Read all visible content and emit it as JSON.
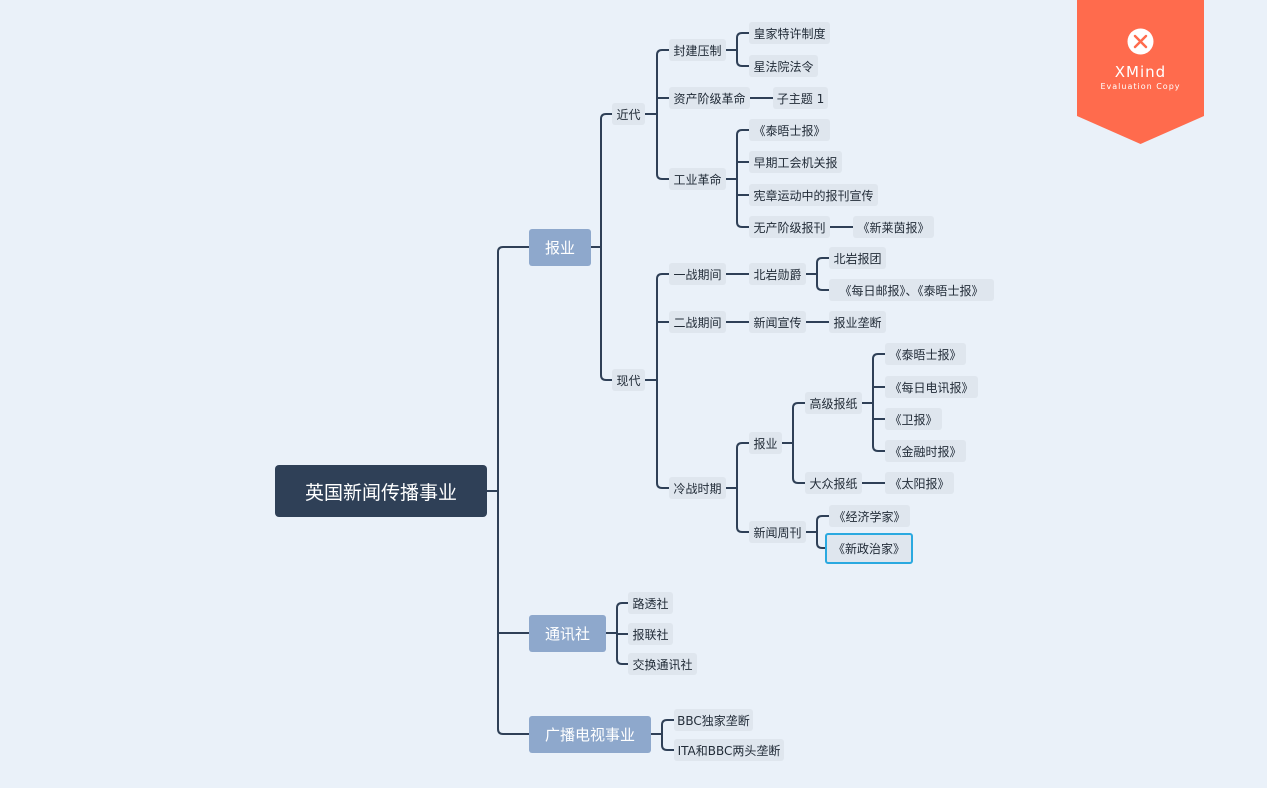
{
  "mindmap": {
    "root": "英国新闻传播事业",
    "baoye": {
      "label": "报业",
      "jindai": {
        "label": "近代",
        "fengjian": {
          "label": "封建压制",
          "items": [
            "皇家特许制度",
            "星法院法令"
          ]
        },
        "zichan": {
          "label": "资产阶级革命",
          "child": "子主题 1"
        },
        "gongye": {
          "label": "工业革命",
          "items": [
            "《泰晤士报》",
            "早期工会机关报",
            "宪章运动中的报刊宣传"
          ],
          "wuchan": {
            "label": "无产阶级报刊",
            "child": "《新莱茵报》"
          }
        }
      },
      "xiandai": {
        "label": "现代",
        "yizhan": {
          "label": "一战期间",
          "beiyan": {
            "label": "北岩勋爵",
            "items": [
              "北岩报团",
              "《每日邮报》、《泰晤士报》"
            ]
          }
        },
        "erzhan": {
          "label": "二战期间",
          "xinwen": {
            "label": "新闻宣传",
            "child": "报业垄断"
          }
        },
        "lengzhan": {
          "label": "冷战时期",
          "baoye2": {
            "label": "报业",
            "gaoji": {
              "label": "高级报纸",
              "items": [
                "《泰晤士报》",
                "《每日电讯报》",
                "《卫报》",
                "《金融时报》"
              ]
            },
            "dazhong": {
              "label": "大众报纸",
              "child": "《太阳报》"
            }
          },
          "zhoukan": {
            "label": "新闻周刊",
            "items": [
              "《经济学家》",
              "《新政治家》"
            ]
          }
        }
      }
    },
    "tongxun": {
      "label": "通讯社",
      "items": [
        "路透社",
        "报联社",
        "交换通讯社"
      ]
    },
    "guangbo": {
      "label": "广播电视事业",
      "items": [
        "BBC独家垄断",
        "ITA和BBC两头垄断"
      ]
    }
  },
  "watermark": {
    "title": "XMind",
    "subtitle": "Evaluation Copy",
    "color": "#ff6b4d"
  },
  "colors": {
    "background": "#eaf1f9",
    "line": "#2f4057",
    "root": "#2f4057",
    "main": "#8ea8cc",
    "sub": "#dfe6ee",
    "selected_border": "#2aa9e0"
  }
}
